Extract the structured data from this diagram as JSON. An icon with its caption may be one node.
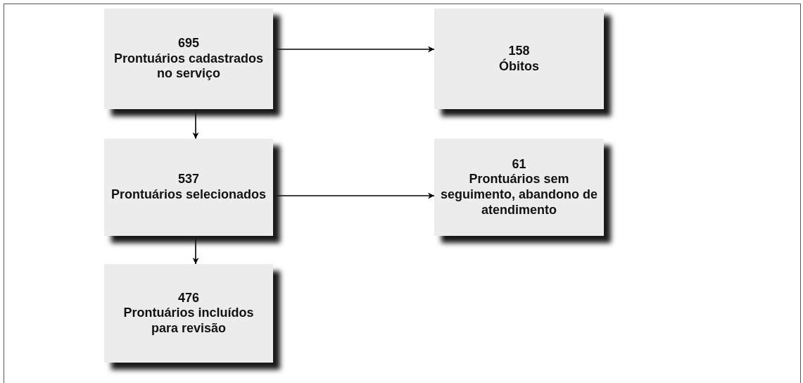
{
  "diagram": {
    "nodes": [
      {
        "text": [
          "695",
          "Prontuários cadastrados no serviço"
        ]
      },
      {
        "text": [
          "158",
          "Óbitos"
        ]
      },
      {
        "text": [
          "537",
          "Prontuários selecionados"
        ]
      },
      {
        "text": [
          "61",
          "Prontuários sem seguimento, abandono de atendimento"
        ]
      },
      {
        "text": [
          "476",
          "Prontuários incluídos para revisão"
        ]
      }
    ],
    "edges": [
      {
        "from": 0,
        "to": 1,
        "arrow": "to"
      },
      {
        "from": 0,
        "to": 2,
        "arrow": "to"
      },
      {
        "from": 2,
        "to": 3,
        "arrow": "to"
      },
      {
        "from": 2,
        "to": 4,
        "arrow": "to"
      }
    ]
  }
}
